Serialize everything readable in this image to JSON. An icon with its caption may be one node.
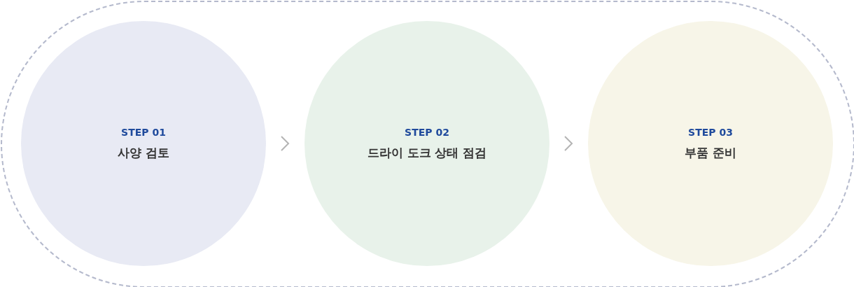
{
  "diagram": {
    "nodes": [
      {
        "text": [],
        "shape": "box"
      },
      {
        "text": [
          "STEP 01",
          "사양 검토"
        ],
        "in": 0
      },
      {
        "text": [
          "STEP 02",
          "드라이 도크 상태 점검"
        ],
        "in": 0
      },
      {
        "text": [
          "STEP 03",
          "부품 준비"
        ],
        "in": 0
      }
    ],
    "edges": [
      {
        "from": 1,
        "to": 2,
        "arrow": "to"
      },
      {
        "from": 2,
        "to": 3,
        "arrow": "to"
      }
    ]
  }
}
